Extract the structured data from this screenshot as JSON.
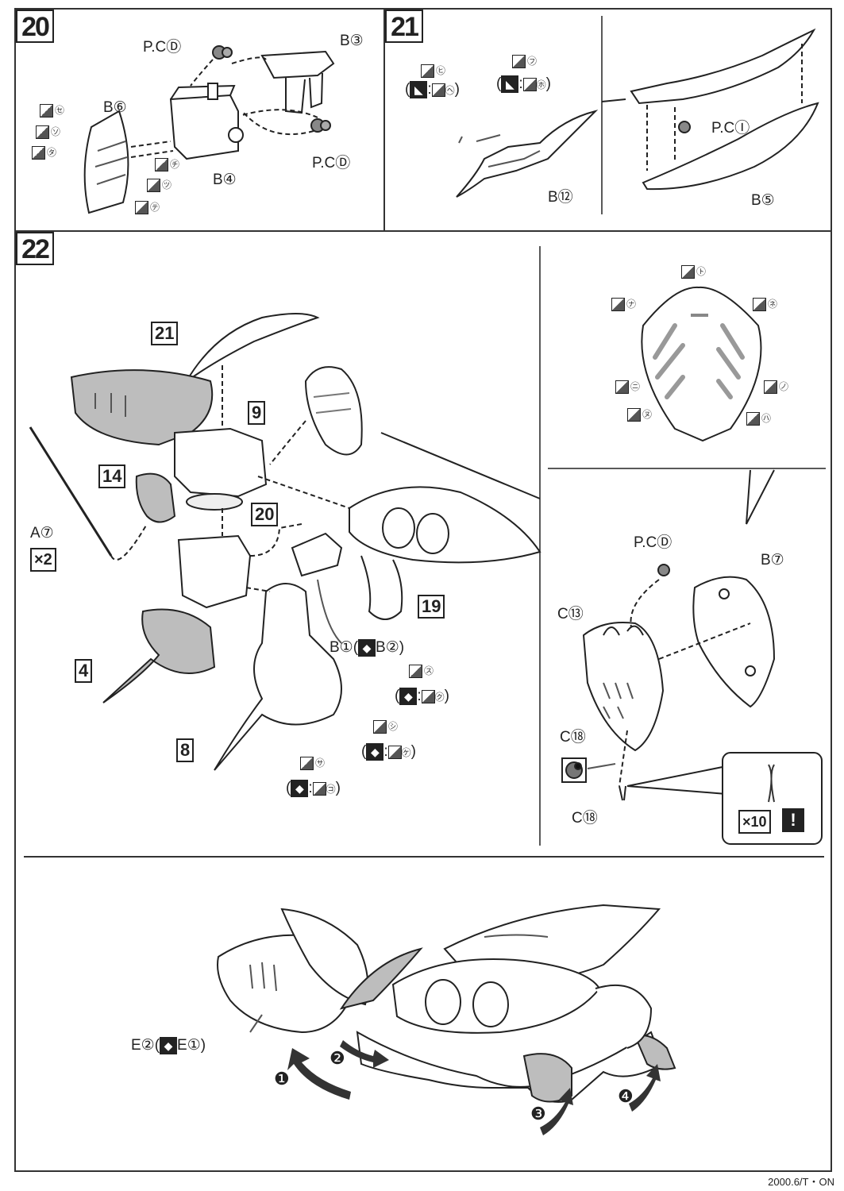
{
  "steps": {
    "s20": {
      "number": "20"
    },
    "s21": {
      "number": "21"
    },
    "s22": {
      "number": "22"
    }
  },
  "step20": {
    "pc_top": "P.CⒹ",
    "pc_bottom": "P.CⒹ",
    "b3": "B③",
    "b6": "B⑥",
    "b4": "B④",
    "marks": [
      "㋝",
      "㋞",
      "㋟",
      "㋠",
      "㋡",
      "㋢"
    ]
  },
  "step21": {
    "mark_hi": "㋪",
    "paren_he": "(",
    "mark_he": "㋬",
    "mark_fu": "㋫",
    "mark_ho": "㋭",
    "b12": "B⑫",
    "pc_i": "P.CⒾ",
    "b5": "B⑤"
  },
  "step22": {
    "sub21": "21",
    "sub9": "9",
    "sub14": "14",
    "a7": "A⑦",
    "x2": "×2",
    "sub20": "20",
    "sub19": "19",
    "sub4": "4",
    "sub8": "8",
    "b1b2": "B①(",
    "b2": "B②)",
    "mark_su": "㋜",
    "mark_ku": "㋗",
    "mark_shi": "㋛",
    "mark_ke": "㋘",
    "mark_sa": "㋚",
    "mark_ko": "㋙",
    "shield_marks": [
      "㋣",
      "㋤",
      "㋧",
      "㋥",
      "㋨",
      "㋦",
      "㋩"
    ],
    "pc_d": "P.CⒹ",
    "b7": "B⑦",
    "c13": "C⑬",
    "c18a": "C⑱",
    "c18b": "C⑱",
    "x10": "×10",
    "warn": "!"
  },
  "final": {
    "e2e1_left": "E②(",
    "e2e1_right": "E①)",
    "steps": [
      "❶",
      "❷",
      "❸",
      "❹"
    ]
  },
  "footer": "2000.6/T・ON"
}
